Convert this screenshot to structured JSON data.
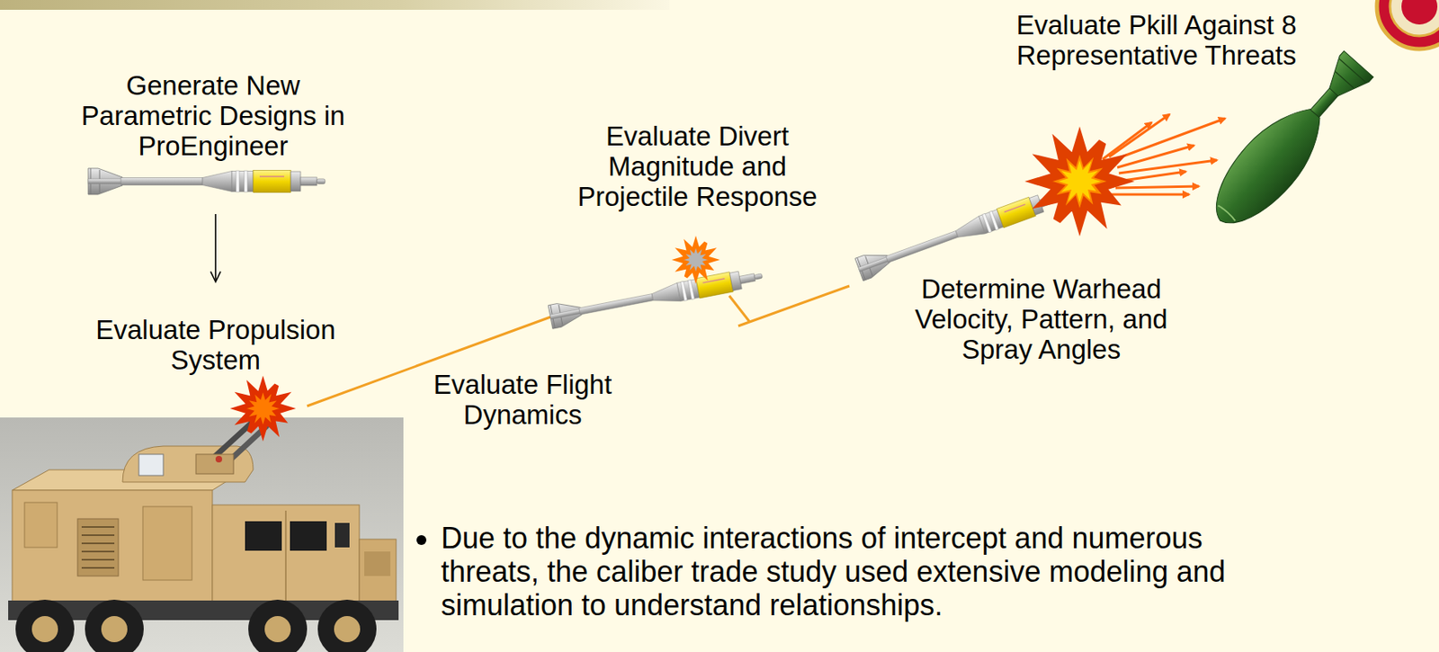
{
  "diagram": {
    "nodes": [
      {
        "text": [
          "Generate New Parametric Designs in ProEngineer"
        ]
      },
      {
        "text": [
          "Evaluate Propulsion System"
        ]
      }
    ],
    "edges": [
      {
        "from": 0,
        "to": 1,
        "arrow": "to"
      }
    ],
    "labels": [
      "Evaluate Pkill Against 8 Representative Threats",
      "Evaluate Divert Magnitude and Projectile Response",
      "Determine Warhead Velocity, Pattern, and Spray Angles",
      "Evaluate Flight Dynamics",
      "Due to the dynamic interactions of intercept and numerous threats, the caliber trade study used extensive modeling and simulation to understand relationships."
    ]
  }
}
